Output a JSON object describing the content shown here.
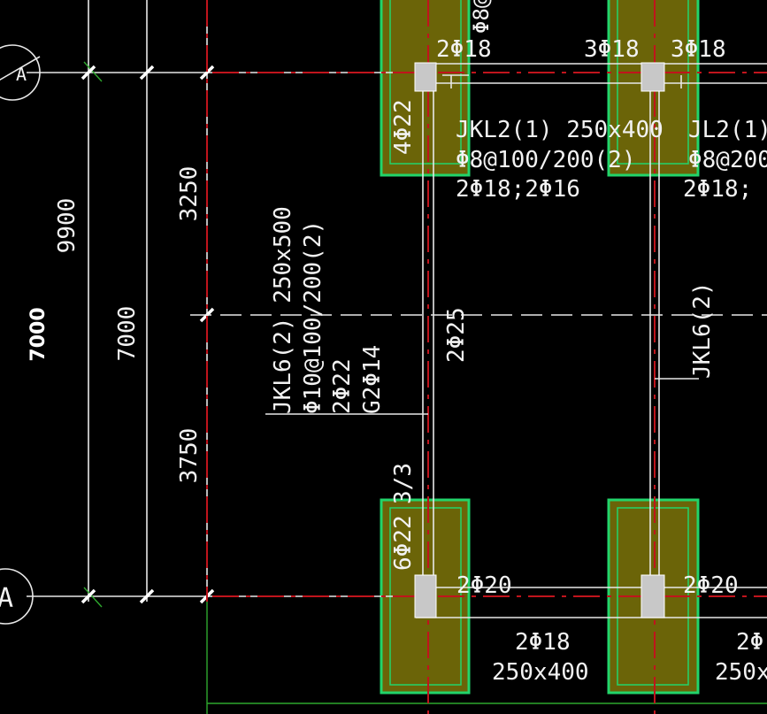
{
  "colors": {
    "background": "#000000",
    "line": "#e8e8e8",
    "red_dash": "#c0141c",
    "column_outline": "#22d46a",
    "column_fill": "#6b6408",
    "column_core": "#c8c8c8",
    "green_line": "#2ea82e"
  },
  "axes": {
    "top_bubble": "A",
    "bottom_bubble": "A"
  },
  "dimensions": {
    "total_outer": "7000",
    "total_9900": "9900",
    "total_inner": "7000",
    "upper_segment": "3250",
    "lower_segment": "3750"
  },
  "rebar": {
    "top_left_2d18": "2Φ18",
    "top_mid_3d18_a": "3Φ18",
    "top_mid_3d18_b": "3Φ18",
    "top_cut": "Φ8@",
    "left_col_4d22": "4Φ22",
    "bottom_col_6d22": "6Φ22",
    "ratio": "3/3",
    "middle_2d25": "2Φ25",
    "bottom_2d20_a": "2Φ20",
    "bottom_2d20_b": "2Φ20",
    "bottom_2d18": "2Φ18",
    "bottom_right_2d": "2Φ",
    "bottom_size": "250x400",
    "bottom_right_size": "250x"
  },
  "beams": {
    "jkl2": {
      "name": "JKL2(1) 250x400",
      "stirrup": "Φ8@100/200(2)",
      "bars": "2Φ18;2Φ16"
    },
    "jl2": {
      "name": "JL2(1)",
      "stirrup": "Φ8@200",
      "bars": "2Φ18;"
    },
    "jkl6": {
      "line1": "JKL6(2) 250x500",
      "line2": "Φ10@100/200(2)",
      "line3": "2Φ22",
      "line4": "G2Φ14"
    },
    "jkl6_short": "JKL6(2)"
  }
}
